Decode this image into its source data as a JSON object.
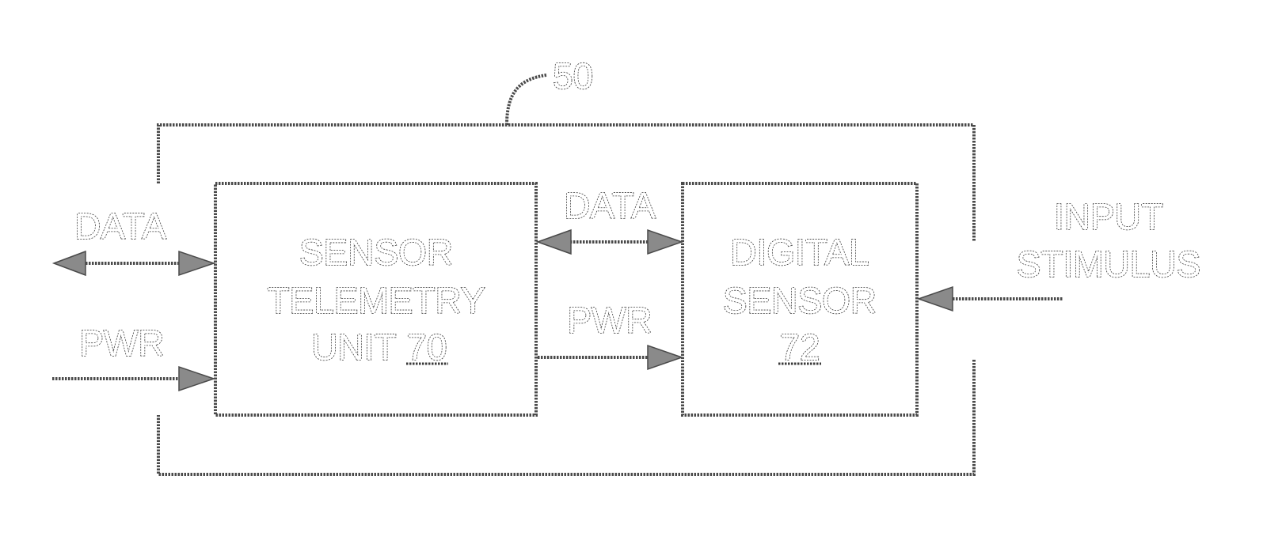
{
  "reference_numeral": "50",
  "left_data_label": "DATA",
  "left_pwr_label": "PWR",
  "telemetry_unit": {
    "line1": "SENSOR",
    "line2": "TELEMETRY",
    "line3": "UNIT",
    "ref": "70"
  },
  "middle_data_label": "DATA",
  "middle_pwr_label": "PWR",
  "digital_sensor": {
    "line1": "DIGITAL",
    "line2": "SENSOR",
    "ref": "72"
  },
  "input_stimulus": {
    "line1": "INPUT",
    "line2": "STIMULUS"
  }
}
